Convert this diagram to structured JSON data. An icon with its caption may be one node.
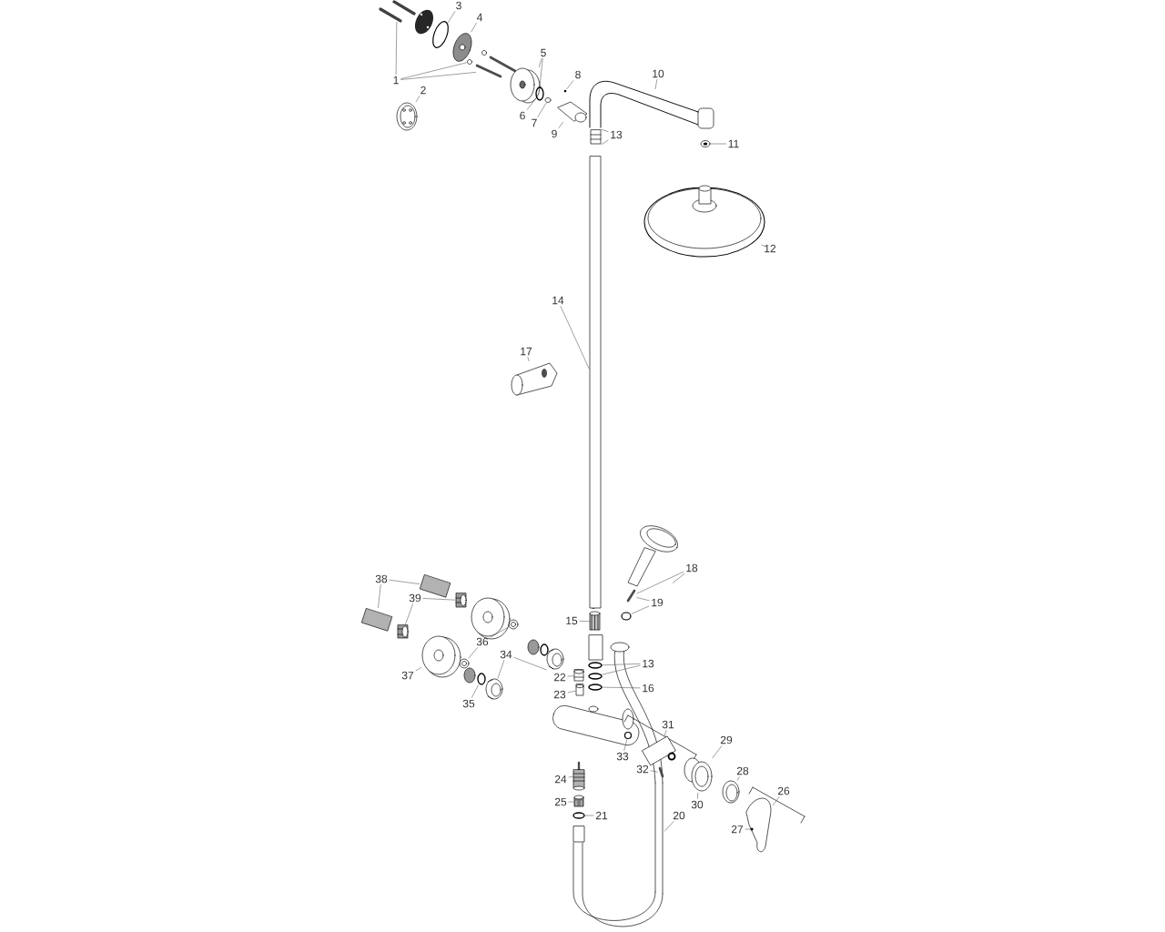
{
  "diagram": {
    "nodes": [
      {
        "text": [
          "3"
        ]
      },
      {
        "text": [
          "4"
        ]
      },
      {
        "text": [
          "5"
        ]
      },
      {
        "text": [
          "1"
        ]
      },
      {
        "text": [
          "8"
        ]
      },
      {
        "text": [
          "10"
        ]
      },
      {
        "text": [
          "2"
        ]
      },
      {
        "text": [
          "6"
        ]
      },
      {
        "text": [
          "7"
        ]
      },
      {
        "text": [
          "9"
        ]
      },
      {
        "text": [
          "13"
        ]
      },
      {
        "text": [
          "11"
        ]
      },
      {
        "text": [
          "12"
        ]
      },
      {
        "text": [
          "14"
        ]
      },
      {
        "text": [
          "17"
        ]
      },
      {
        "text": [
          "18"
        ]
      },
      {
        "text": [
          "38"
        ]
      },
      {
        "text": [
          "39"
        ]
      },
      {
        "text": [
          "19"
        ]
      },
      {
        "text": [
          "15"
        ]
      },
      {
        "text": [
          "36"
        ]
      },
      {
        "text": [
          "34"
        ]
      },
      {
        "text": [
          "13"
        ]
      },
      {
        "text": [
          "37"
        ]
      },
      {
        "text": [
          "22"
        ]
      },
      {
        "text": [
          "16"
        ]
      },
      {
        "text": [
          "23"
        ]
      },
      {
        "text": [
          "35"
        ]
      },
      {
        "text": [
          "31"
        ]
      },
      {
        "text": [
          "29"
        ]
      },
      {
        "text": [
          "33"
        ]
      },
      {
        "text": [
          "32"
        ]
      },
      {
        "text": [
          "28"
        ]
      },
      {
        "text": [
          "24"
        ]
      },
      {
        "text": [
          "26"
        ]
      },
      {
        "text": [
          "30"
        ]
      },
      {
        "text": [
          "25"
        ]
      },
      {
        "text": [
          "21"
        ]
      },
      {
        "text": [
          "20"
        ]
      },
      {
        "text": [
          "27"
        ]
      },
      {
        "text": [],
        "shape": "picture"
      },
      {
        "text": [],
        "shape": "picture"
      },
      {
        "text": [],
        "shape": "picture"
      },
      {
        "text": [],
        "shape": "picture"
      },
      {
        "text": [],
        "shape": "picture"
      },
      {
        "text": [],
        "shape": "picture"
      },
      {
        "text": [],
        "shape": "picture"
      },
      {
        "text": [],
        "shape": "picture"
      },
      {
        "text": [],
        "shape": "picture"
      },
      {
        "text": [],
        "shape": "picture"
      },
      {
        "text": [],
        "shape": "picture"
      },
      {
        "text": [],
        "shape": "picture"
      },
      {
        "text": [],
        "shape": "picture"
      },
      {
        "text": [],
        "shape": "picture"
      },
      {
        "text": [],
        "shape": "picture"
      },
      {
        "text": [],
        "shape": "picture"
      },
      {
        "text": [],
        "shape": "picture"
      },
      {
        "text": [],
        "shape": "picture"
      },
      {
        "text": [],
        "shape": "picture"
      },
      {
        "text": [],
        "shape": "picture"
      },
      {
        "text": [],
        "shape": "picture"
      },
      {
        "text": [],
        "shape": "picture"
      },
      {
        "text": [],
        "shape": "picture"
      },
      {
        "text": [],
        "shape": "picture"
      },
      {
        "text": [],
        "shape": "picture"
      },
      {
        "text": [],
        "shape": "picture"
      },
      {
        "text": [],
        "shape": "picture"
      },
      {
        "text": [],
        "shape": "picture"
      },
      {
        "text": [],
        "shape": "picture"
      },
      {
        "text": [],
        "shape": "picture"
      },
      {
        "text": [],
        "shape": "picture"
      },
      {
        "text": [],
        "shape": "picture"
      },
      {
        "text": [],
        "shape": "picture"
      },
      {
        "text": [],
        "shape": "picture"
      },
      {
        "text": [],
        "shape": "picture"
      },
      {
        "text": [],
        "shape": "picture"
      },
      {
        "text": [],
        "shape": "picture"
      },
      {
        "text": [],
        "shape": "picture"
      },
      {
        "text": [],
        "shape": "picture"
      },
      {
        "text": [],
        "shape": "picture"
      },
      {
        "text": [],
        "shape": "picture"
      },
      {
        "text": [],
        "shape": "picture"
      },
      {
        "text": [],
        "shape": "picture"
      },
      {
        "text": [],
        "shape": "picture"
      },
      {
        "text": [],
        "shape": "picture"
      },
      {
        "text": [],
        "shape": "picture"
      },
      {
        "text": [],
        "shape": "picture",
        "in": 82
      }
    ],
    "edges": [
      {
        "from": 0,
        "to": 40,
        "arrow": "none"
      },
      {
        "from": 1,
        "to": 41,
        "arrow": "none"
      },
      {
        "from": 2,
        "to": 42,
        "arrow": "none"
      },
      {
        "from": 2,
        "to": 43,
        "arrow": "none"
      },
      {
        "from": 3,
        "to": 44,
        "arrow": "none"
      },
      {
        "from": 3,
        "to": 45,
        "arrow": "none"
      },
      {
        "from": 3,
        "to": 46,
        "arrow": "none"
      },
      {
        "from": 4,
        "to": 47,
        "arrow": "none"
      },
      {
        "from": 5,
        "to": 48,
        "arrow": "none"
      },
      {
        "from": 6,
        "to": 49,
        "arrow": "none"
      },
      {
        "from": 7,
        "to": 43,
        "arrow": "none"
      },
      {
        "from": 8,
        "to": 50,
        "arrow": "none"
      },
      {
        "from": 9,
        "to": 51,
        "arrow": "none"
      },
      {
        "from": 10,
        "to": 52,
        "arrow": "none"
      },
      {
        "from": 10,
        "to": 52,
        "arrow": "none"
      },
      {
        "from": 11,
        "to": 53,
        "arrow": "none"
      },
      {
        "from": 12,
        "to": 54,
        "arrow": "none"
      },
      {
        "from": 13,
        "to": 55,
        "arrow": "none"
      },
      {
        "from": 14,
        "to": 56,
        "arrow": "none"
      },
      {
        "from": 15,
        "to": 57,
        "arrow": "none"
      },
      {
        "from": 15,
        "to": 58,
        "arrow": "none"
      },
      {
        "from": 16,
        "to": 60,
        "arrow": "none"
      },
      {
        "from": 16,
        "to": 61,
        "arrow": "none"
      },
      {
        "from": 17,
        "to": 62,
        "arrow": "none"
      },
      {
        "from": 17,
        "to": 63,
        "arrow": "none"
      },
      {
        "from": 18,
        "to": 58,
        "arrow": "none"
      },
      {
        "from": 18,
        "to": 59,
        "arrow": "none"
      },
      {
        "from": 19,
        "to": 64,
        "arrow": "none"
      },
      {
        "from": 20,
        "to": 65,
        "arrow": "none"
      },
      {
        "from": 20,
        "to": 66,
        "arrow": "none"
      },
      {
        "from": 21,
        "to": 67,
        "arrow": "none"
      },
      {
        "from": 21,
        "to": 68,
        "arrow": "none"
      },
      {
        "from": 22,
        "to": 69,
        "arrow": "none"
      },
      {
        "from": 22,
        "to": 70,
        "arrow": "none"
      },
      {
        "from": 23,
        "to": 71,
        "arrow": "none"
      },
      {
        "from": 24,
        "to": 72,
        "arrow": "none"
      },
      {
        "from": 25,
        "to": 73,
        "arrow": "none"
      },
      {
        "from": 26,
        "to": 74,
        "arrow": "none"
      },
      {
        "from": 27,
        "to": 75,
        "arrow": "none"
      },
      {
        "from": 28,
        "to": 76,
        "arrow": "none"
      },
      {
        "from": 29,
        "to": 77,
        "arrow": "none"
      },
      {
        "from": 30,
        "to": 78,
        "arrow": "none"
      },
      {
        "from": 31,
        "to": 79,
        "arrow": "none"
      },
      {
        "from": 32,
        "to": 80,
        "arrow": "none"
      },
      {
        "from": 33,
        "to": 81,
        "arrow": "none"
      },
      {
        "from": 34,
        "to": 82,
        "arrow": "none"
      },
      {
        "from": 35,
        "to": 77,
        "arrow": "none"
      },
      {
        "from": 36,
        "to": 83,
        "arrow": "none"
      },
      {
        "from": 37,
        "to": 84,
        "arrow": "none"
      },
      {
        "from": 38,
        "to": 85,
        "arrow": "none"
      },
      {
        "from": 39,
        "to": 86,
        "arrow": "none"
      }
    ]
  }
}
